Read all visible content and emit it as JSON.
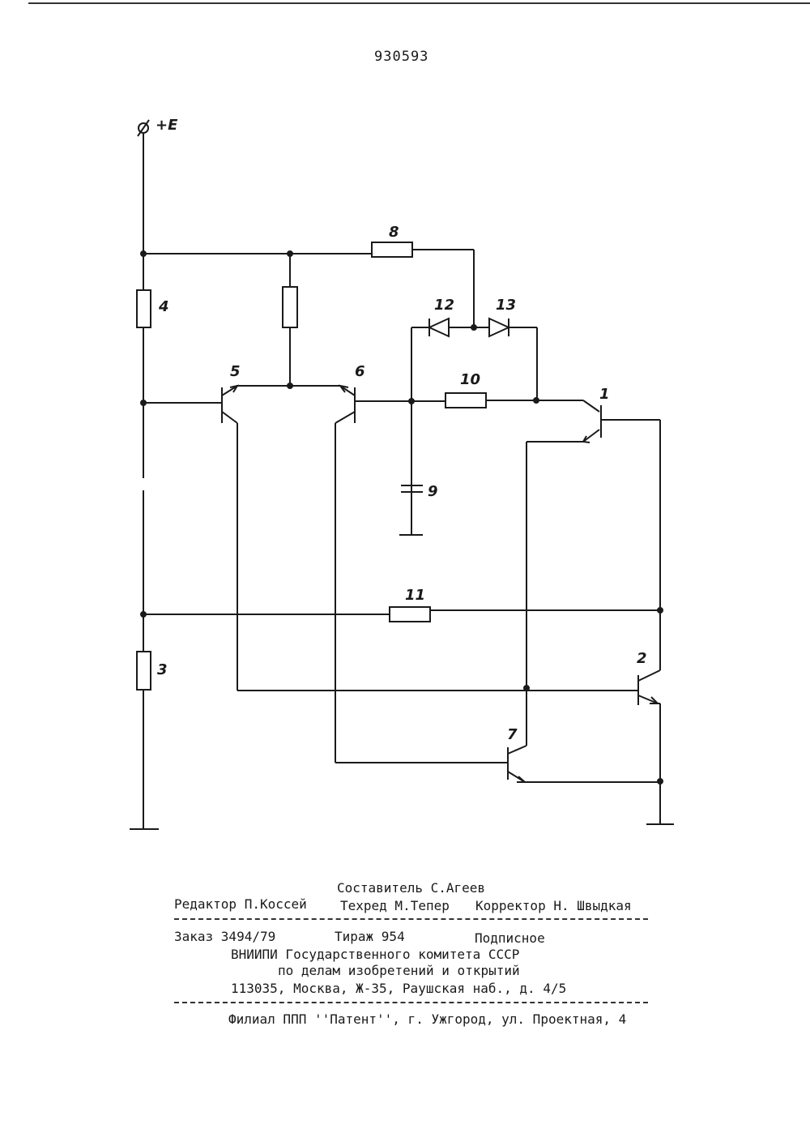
{
  "document": {
    "patent_number": "930593"
  },
  "schematic": {
    "supply_label": "+E",
    "labels": {
      "r1": "1",
      "r2": "2",
      "r3": "3",
      "r4": "4",
      "r5": "5",
      "r6": "6",
      "r7": "7",
      "r8": "8",
      "r9": "9",
      "r10": "10",
      "r11": "11",
      "r12": "12",
      "r13": "13"
    }
  },
  "imprint": {
    "composer": "Составитель С.Агеев",
    "editor": "Редактор П.Коссей",
    "techred": "Техред М.Тепер",
    "corrector": "Корректор Н. Швыдкая",
    "order": "Заказ 3494/79",
    "circulation": "Тираж 954",
    "subscription": "Подписное",
    "org_line1": "ВНИИПИ Государственного комитета СССР",
    "org_line2": "по делам изобретений и открытий",
    "address": "113035, Москва, Ж-35, Раушская наб., д. 4/5",
    "branch": "Филиал ППП ''Патент'', г. Ужгород, ул. Проектная, 4"
  }
}
